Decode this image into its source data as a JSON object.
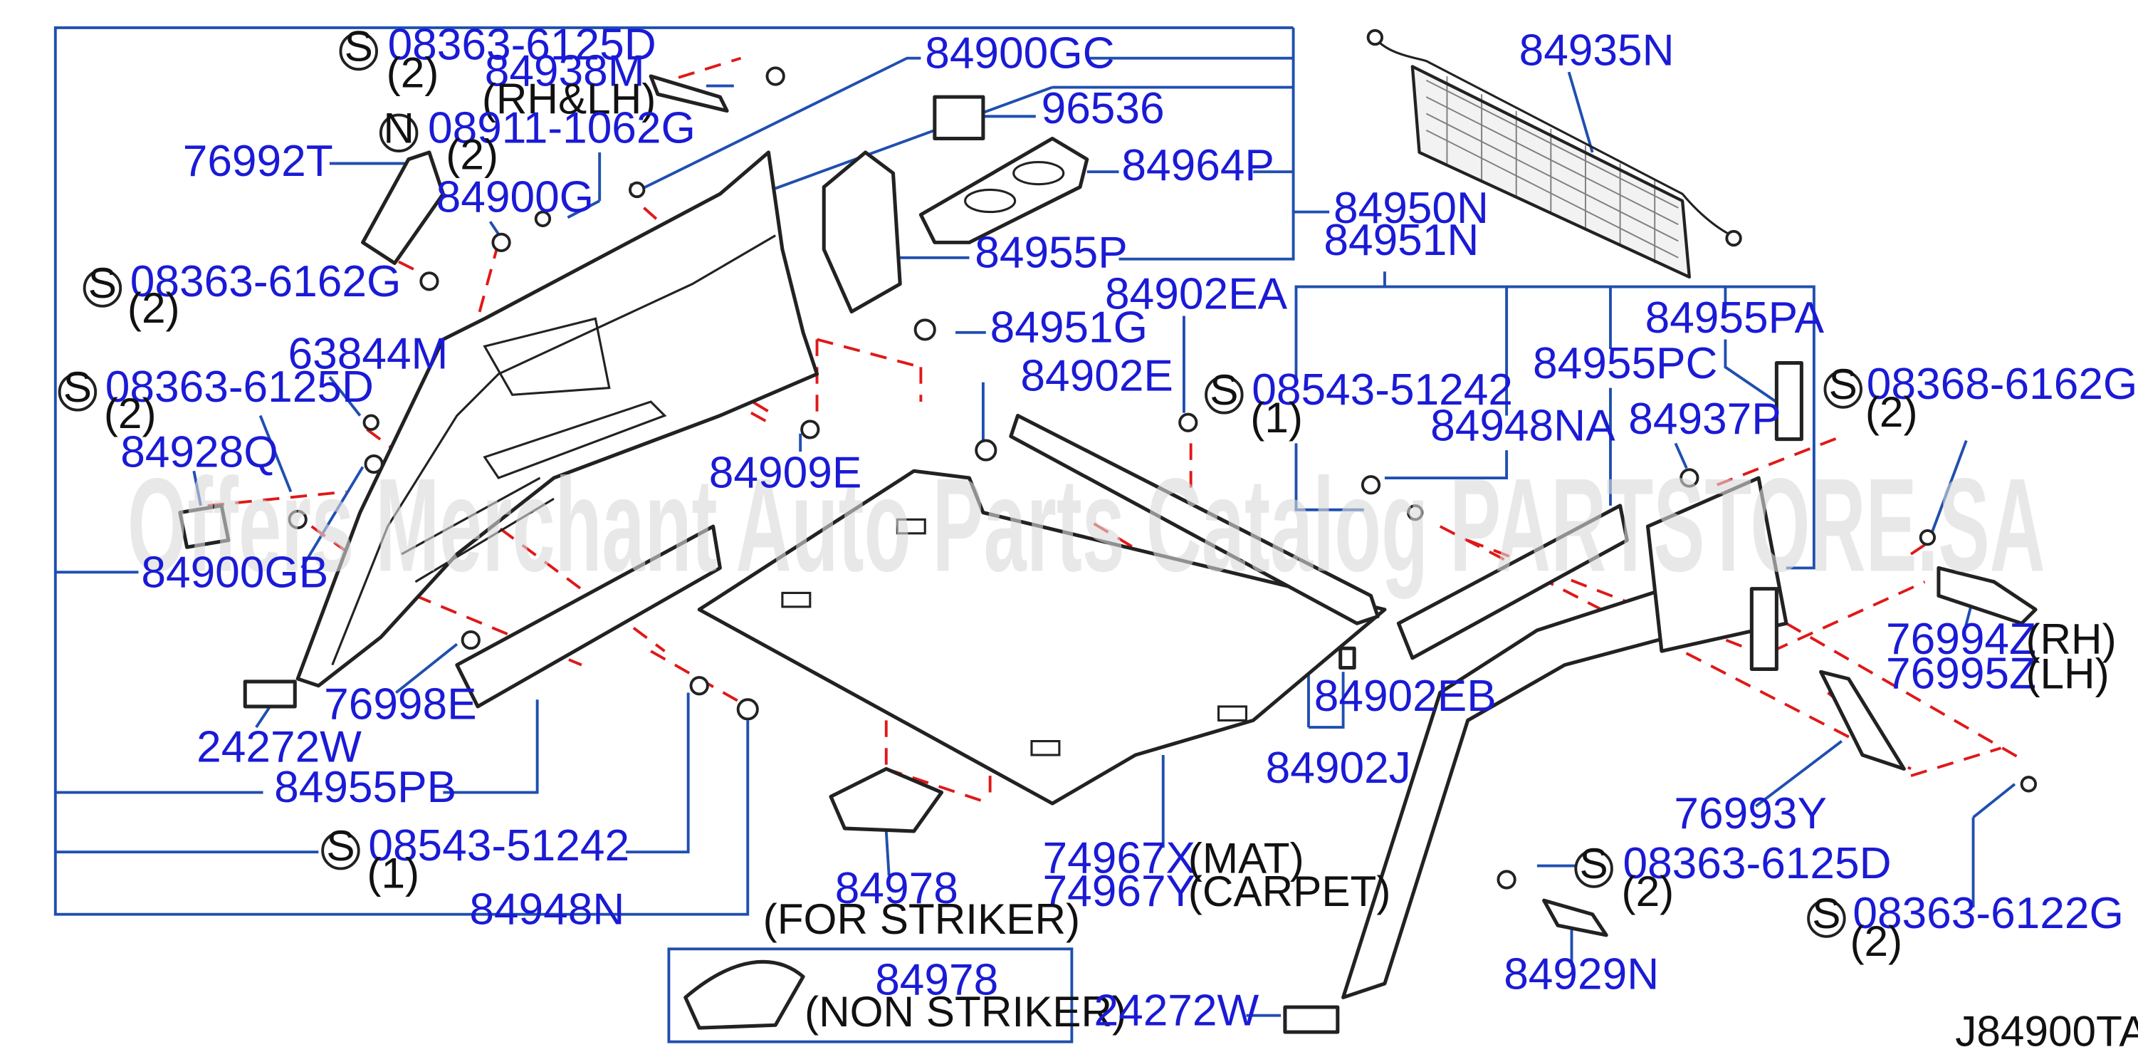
{
  "watermark": "Offers Merchant Auto Parts Catalog PARTSTORE.SA",
  "diagram_code": "J84900TA",
  "labels": {
    "p_08363_6125D_top": "08363-6125D",
    "q_08363_6125D_top": "(2)",
    "p_84938M": "84938M",
    "n_84938M": "(RH&LH)",
    "p_08911_1062G": "08911-1062G",
    "q_08911_1062G": "(2)",
    "p_76992T": "76992T",
    "p_84900G": "84900G",
    "p_84900GC": "84900GC",
    "p_96536": "96536",
    "p_84964P": "84964P",
    "p_84950N": "84950N",
    "p_84951N": "84951N",
    "p_84955P": "84955P",
    "p_84935N": "84935N",
    "p_08363_6162G": "08363-6162G",
    "q_08363_6162G": "(2)",
    "p_63844M": "63844M",
    "p_08363_6125D_left": "08363-6125D",
    "q_08363_6125D_left": "(2)",
    "p_84928Q": "84928Q",
    "p_84900GB": "84900GB",
    "p_84902EA": "84902EA",
    "p_84951G": "84951G",
    "p_84902E": "84902E",
    "p_84909E": "84909E",
    "p_08543_51242_mid": "08543-51242",
    "q_08543_51242_mid": "(1)",
    "p_84948NA": "84948NA",
    "p_84955PA": "84955PA",
    "p_84955PC": "84955PC",
    "p_84937P": "84937P",
    "p_08368_6162G": "08368-6162G",
    "q_08368_6162G": "(2)",
    "p_76994Z": "76994Z",
    "n_76994Z": "(RH)",
    "p_76995Z": "76995Z",
    "n_76995Z": "(LH)",
    "p_76998E": "76998E",
    "p_24272W_left": "24272W",
    "p_84955PB": "84955PB",
    "p_08543_51242_bot": "08543-51242",
    "q_08543_51242_bot": "(1)",
    "p_84948N": "84948N",
    "p_84902EB": "84902EB",
    "p_84902J": "84902J",
    "p_74967X": "74967X",
    "n_74967X": "(MAT)",
    "p_74967Y": "74967Y",
    "n_74967Y": "(CARPET)",
    "p_84978_striker": "84978",
    "n_84978_striker": "(FOR  STRIKER)",
    "p_84978_non": "84978",
    "n_84978_non": "(NON  STRIKER)",
    "p_24272W_right": "24272W",
    "p_76993Y": "76993Y",
    "p_08363_6125D_bot": "08363-6125D",
    "q_08363_6125D_bot": "(2)",
    "p_84929N": "84929N",
    "p_08363_6122G": "08363-6122G",
    "q_08363_6122G": "(2)"
  },
  "markers": {
    "s": "S",
    "n": "N"
  }
}
